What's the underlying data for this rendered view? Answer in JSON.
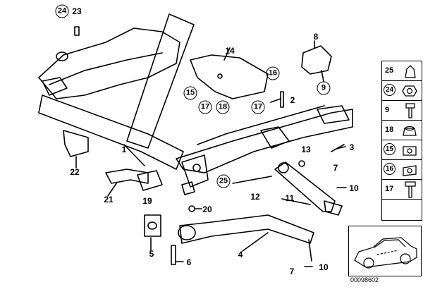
{
  "callouts": {
    "c1": "1",
    "c2": "2",
    "c3": "3",
    "c4": "4",
    "c5": "5",
    "c6": "6",
    "c7a": "7",
    "c7b": "7",
    "c8": "8",
    "c9": "9",
    "c10a": "10",
    "c10b": "10",
    "c11": "11",
    "c12": "12",
    "c13": "13",
    "c14": "14",
    "c15": "15",
    "c16": "16",
    "c17a": "17",
    "c17b": "17",
    "c18": "18",
    "c19": "19",
    "c20": "20",
    "c21": "21",
    "c22": "22",
    "c23": "23",
    "c24": "24",
    "c25": "25"
  },
  "legend": [
    "25",
    "24",
    "9",
    "18",
    "15",
    "16",
    "17"
  ],
  "diagram_id": "00098602"
}
